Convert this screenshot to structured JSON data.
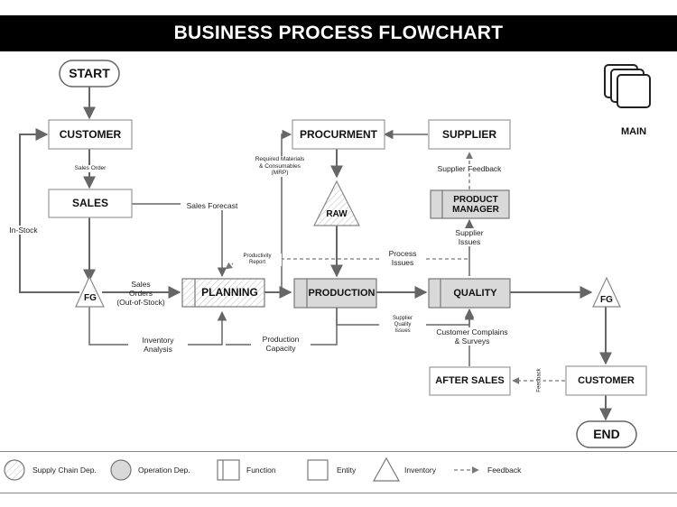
{
  "title": "BUSINESS PROCESS FLOWCHART",
  "nodes": {
    "start": "START",
    "end": "END",
    "customer_top": "CUSTOMER",
    "sales": "SALES",
    "fg_left": "FG",
    "planning": "PLANNING",
    "procurement": "PROCURMENT",
    "supplier": "SUPPLIER",
    "raw": "RAW",
    "product_manager": "PRODUCT\nMANAGER",
    "production": "PRODUCTION",
    "quality": "QUALITY",
    "fg_right": "FG",
    "after_sales": "AFTER SALES",
    "customer_bottom": "CUSTOMER",
    "main": "MAIN"
  },
  "labels": {
    "sales_order": "Sales Order",
    "in_stock": "In-Stock",
    "sales_orders_oos": "Sales\nOrders\n(Out-of-Stock)",
    "sales_forecast": "Sales Forecast",
    "required_materials": "Required Materials\n& Consumables\n(MRP)",
    "productivity_report": "Productivity\nReport",
    "process_issues": "Process\nIssues",
    "supplier_feedback": "Supplier Feedback",
    "supplier_issues": "Supplier\nIssues",
    "inventory_analysis": "Inventory\nAnalysis",
    "production_capacity": "Production\nCapacity",
    "supplier_quality_issues": "Supplier\nQuality\nIssues",
    "customer_complains": "Customer Complains\n& Surveys",
    "feedback_vertical": "Feedback"
  },
  "legend": {
    "supply_chain": "Supply Chain Dep.",
    "operation": "Operation Dep.",
    "function": "Function",
    "entity": "Entity",
    "inventory": "Inventory",
    "feedback": "Feedback"
  },
  "colors": {
    "title_bg": "#000000",
    "operation_fill": "#d9d9d9",
    "line": "#666666"
  }
}
